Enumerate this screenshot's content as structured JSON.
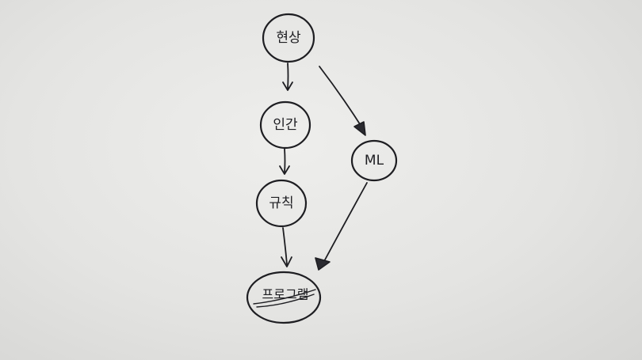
{
  "diagram": {
    "nodes": {
      "phenomenon": "현상",
      "human": "인간",
      "rules": "규칙",
      "ml": "ML",
      "program": "프로그램"
    },
    "edges": [
      {
        "from": "phenomenon",
        "to": "human"
      },
      {
        "from": "human",
        "to": "rules"
      },
      {
        "from": "rules",
        "to": "program"
      },
      {
        "from": "phenomenon",
        "to": "ml"
      },
      {
        "from": "ml",
        "to": "program"
      }
    ],
    "colors": {
      "ink": "#1e1e22",
      "paper": "#e4e4e2"
    }
  }
}
